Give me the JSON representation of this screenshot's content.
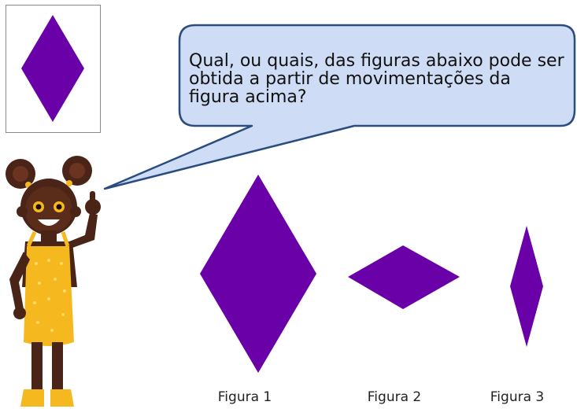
{
  "speech_bubble": {
    "text": "Qual, ou quais, das figuras abaixo pode ser obtida a partir de movimentações da figura acima?"
  },
  "figures": [
    {
      "label": "Figura 1"
    },
    {
      "label": "Figura 2"
    },
    {
      "label": "Figura 3"
    }
  ],
  "colors": {
    "shape_fill": "#6a00a8",
    "bubble_fill": "#cfdcf6",
    "bubble_stroke": "#2b4c7e",
    "skin": "#4a2416",
    "apron": "#f6b81f"
  }
}
